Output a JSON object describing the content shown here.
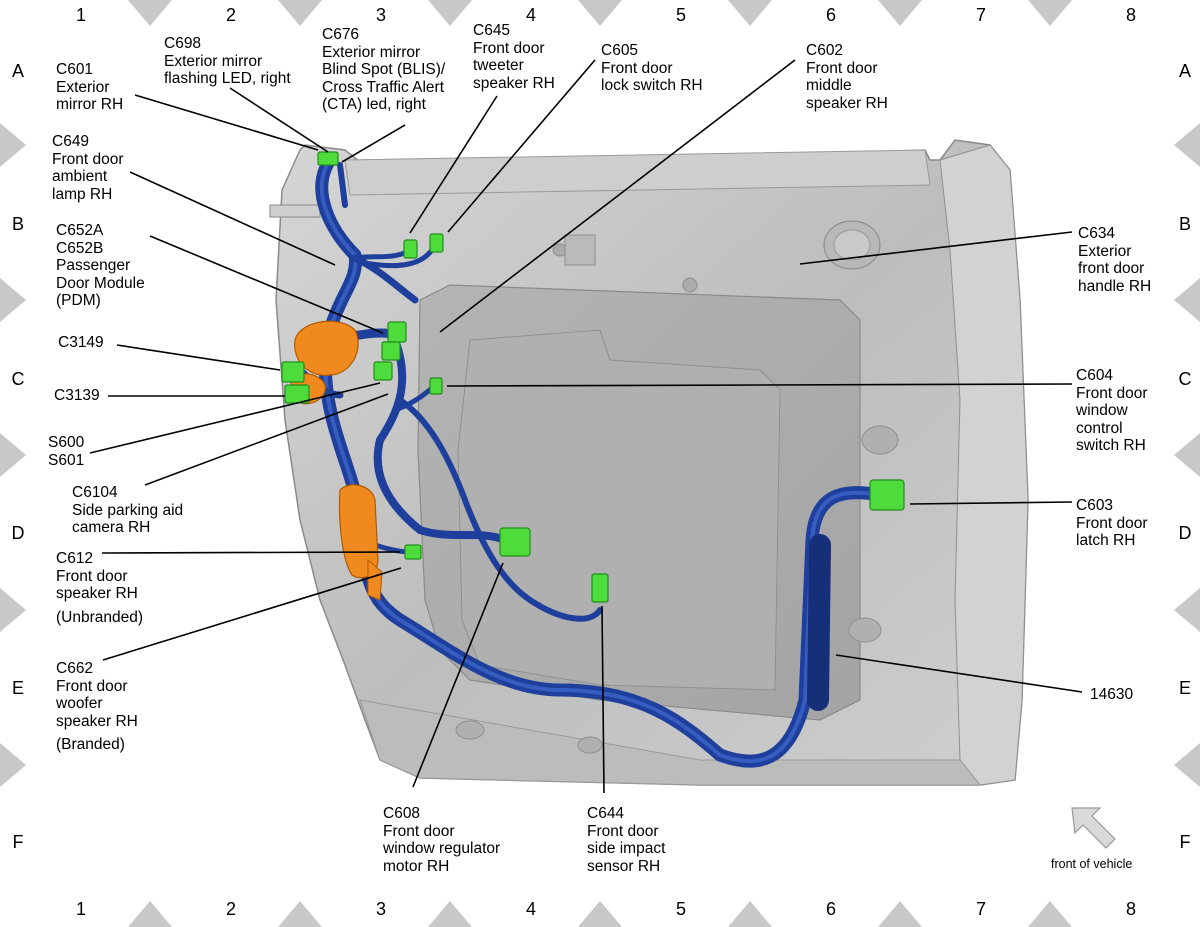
{
  "grid": {
    "columns": [
      "1",
      "2",
      "3",
      "4",
      "5",
      "6",
      "7",
      "8"
    ],
    "rows": [
      "A",
      "B",
      "C",
      "D",
      "E",
      "F"
    ]
  },
  "labels": {
    "c601": [
      "C601",
      "Exterior",
      "mirror RH"
    ],
    "c698": [
      "C698",
      "Exterior mirror",
      "flashing LED, right"
    ],
    "c676": [
      "C676",
      "Exterior mirror",
      "Blind Spot (BLIS)/",
      "Cross Traffic Alert",
      "(CTA) led, right"
    ],
    "c645": [
      "C645",
      "Front door",
      "tweeter",
      "speaker RH"
    ],
    "c605": [
      "C605",
      "Front door",
      "lock switch RH"
    ],
    "c602": [
      "C602",
      "Front door",
      "middle",
      "speaker RH"
    ],
    "c649": [
      "C649",
      "Front door",
      "ambient",
      "lamp RH"
    ],
    "c652": [
      "C652A",
      "C652B",
      "Passenger",
      "Door Module",
      "(PDM)"
    ],
    "c3149": [
      "C3149"
    ],
    "c3139": [
      "C3139"
    ],
    "s600": [
      "S600",
      "S601"
    ],
    "c6104": [
      "C6104",
      "Side parking aid",
      "camera RH"
    ],
    "c612": [
      "C612",
      "Front door",
      "speaker RH",
      "(Unbranded)"
    ],
    "c662": [
      "C662",
      "Front door",
      "woofer",
      "speaker RH",
      "(Branded)"
    ],
    "c634": [
      "C634",
      "Exterior",
      "front door",
      "handle RH"
    ],
    "c604": [
      "C604",
      "Front door",
      "window",
      "control",
      "switch RH"
    ],
    "c603": [
      "C603",
      "Front door",
      "latch RH"
    ],
    "h14630": [
      "14630"
    ],
    "c608": [
      "C608",
      "Front door",
      "window regulator",
      "motor RH"
    ],
    "c644": [
      "C644",
      "Front door",
      "side impact",
      "sensor RH"
    ]
  },
  "front_note": "front of vehicle",
  "colors": {
    "harness": "#1e3f9c",
    "harness_light": "#4a72d8",
    "connector": "#4ddc3c",
    "connector_dark": "#1f8f1a",
    "orange": "#f08a1e",
    "panel": "#c8c8c8",
    "panel_dark": "#8f8f8f",
    "border_tri": "#c8c8c8"
  }
}
